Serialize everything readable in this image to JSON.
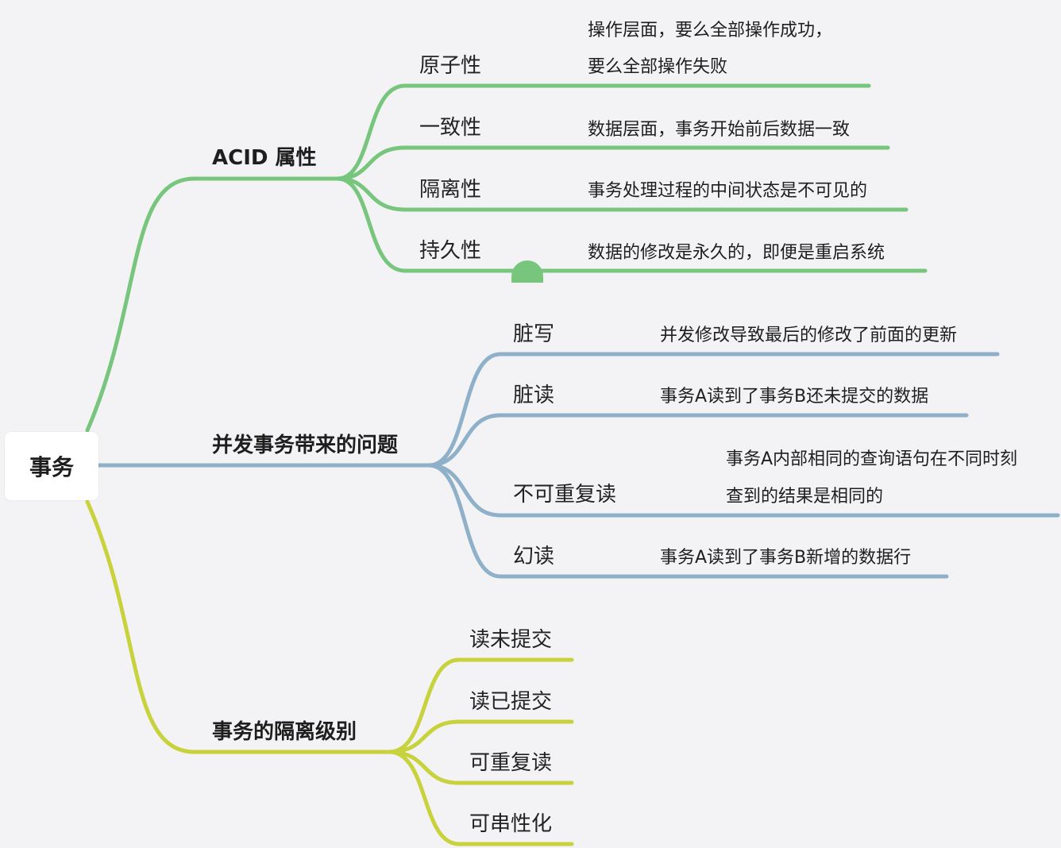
{
  "root": "事务",
  "colors": {
    "acid": "#78c57e",
    "concurrency": "#8fb0c9",
    "isolation": "#c8d23d"
  },
  "acid": {
    "label": "ACID 属性",
    "items": [
      {
        "name": "原子性",
        "desc_line1": "操作层面，要么全部操作成功，",
        "desc_line2": "要么全部操作失败"
      },
      {
        "name": "一致性",
        "desc": "数据层面，事务开始前后数据一致"
      },
      {
        "name": "隔离性",
        "desc": "事务处理过程的中间状态是不可见的"
      },
      {
        "name": "持久性",
        "desc": "数据的修改是永久的，即便是重启系统"
      }
    ]
  },
  "concurrency": {
    "label": "并发事务带来的问题",
    "items": [
      {
        "name": "脏写",
        "desc": "并发修改导致最后的修改了前面的更新"
      },
      {
        "name": "脏读",
        "desc": "事务A读到了事务B还未提交的数据"
      },
      {
        "name": "不可重复读",
        "desc_line1": "事务A内部相同的查询语句在不同时刻",
        "desc_line2": "查到的结果是相同的"
      },
      {
        "name": "幻读",
        "desc": "事务A读到了事务B新增的数据行"
      }
    ]
  },
  "isolation": {
    "label": "事务的隔离级别",
    "items": [
      {
        "name": "读未提交"
      },
      {
        "name": "读已提交"
      },
      {
        "name": "可重复读"
      },
      {
        "name": "可串性化"
      }
    ]
  }
}
